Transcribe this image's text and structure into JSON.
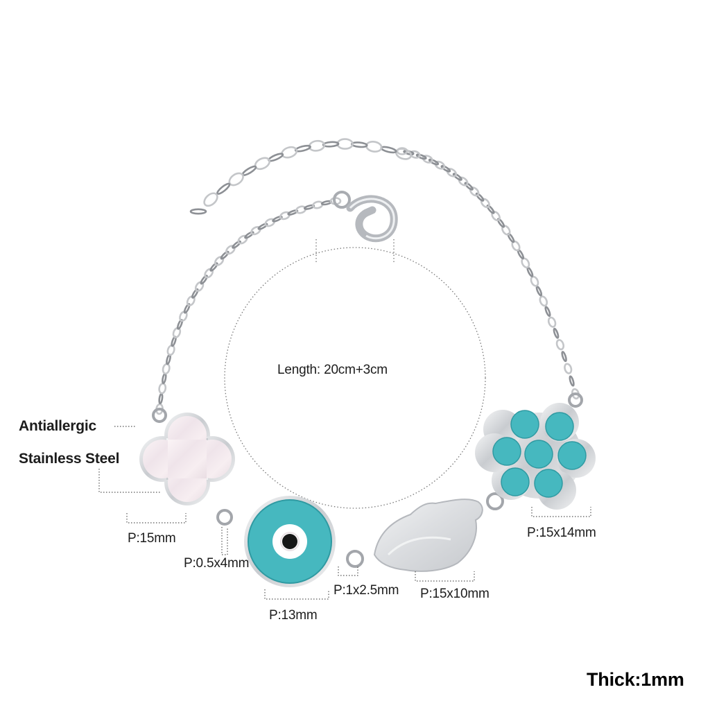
{
  "product": {
    "colors": {
      "chain": "#c4c6c9",
      "chain_dark": "#8d9095",
      "turquoise": "#46b8bf",
      "turquoise_dark": "#2f9aa2",
      "shell": "#f6eef1",
      "steel": "#dfe1e4",
      "dim_line": "#555555"
    }
  },
  "labels": {
    "length": "Length: 20cm+3cm",
    "material_line1": "Antiallergic",
    "material_line2": "Stainless Steel",
    "clover_size": "P:15mm",
    "ring_size": "P:0.5x4mm",
    "eye_size": "P:13mm",
    "link_size": "P:1x2.5mm",
    "hamsa_size": "P:15x10mm",
    "flower_size": "P:15x14mm",
    "thickness": "Thick:1mm"
  },
  "icons": {
    "clover": "shell-clover-charm-icon",
    "eye": "evil-eye-charm-icon",
    "hamsa": "hamsa-hand-charm-icon",
    "flower": "turquoise-flower-charm-icon",
    "clasp": "lobster-clasp-icon"
  }
}
